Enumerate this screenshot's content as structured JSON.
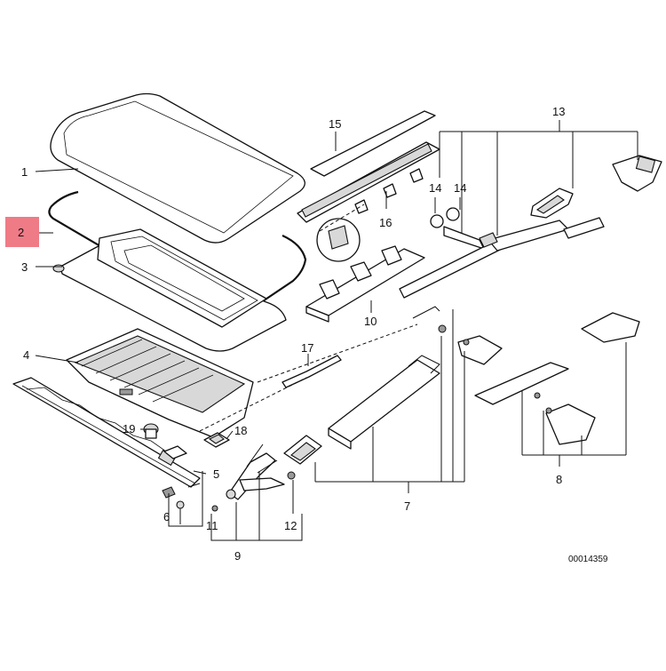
{
  "diagram": {
    "reference_number": "00014359",
    "highlight_color": "#ef7b86",
    "highlighted_callout": "2",
    "callouts": [
      "1",
      "2",
      "3",
      "4",
      "5",
      "6",
      "7",
      "8",
      "9",
      "10",
      "11",
      "12",
      "13",
      "14",
      "15",
      "16",
      "17",
      "18",
      "19"
    ],
    "second_14": "14"
  }
}
